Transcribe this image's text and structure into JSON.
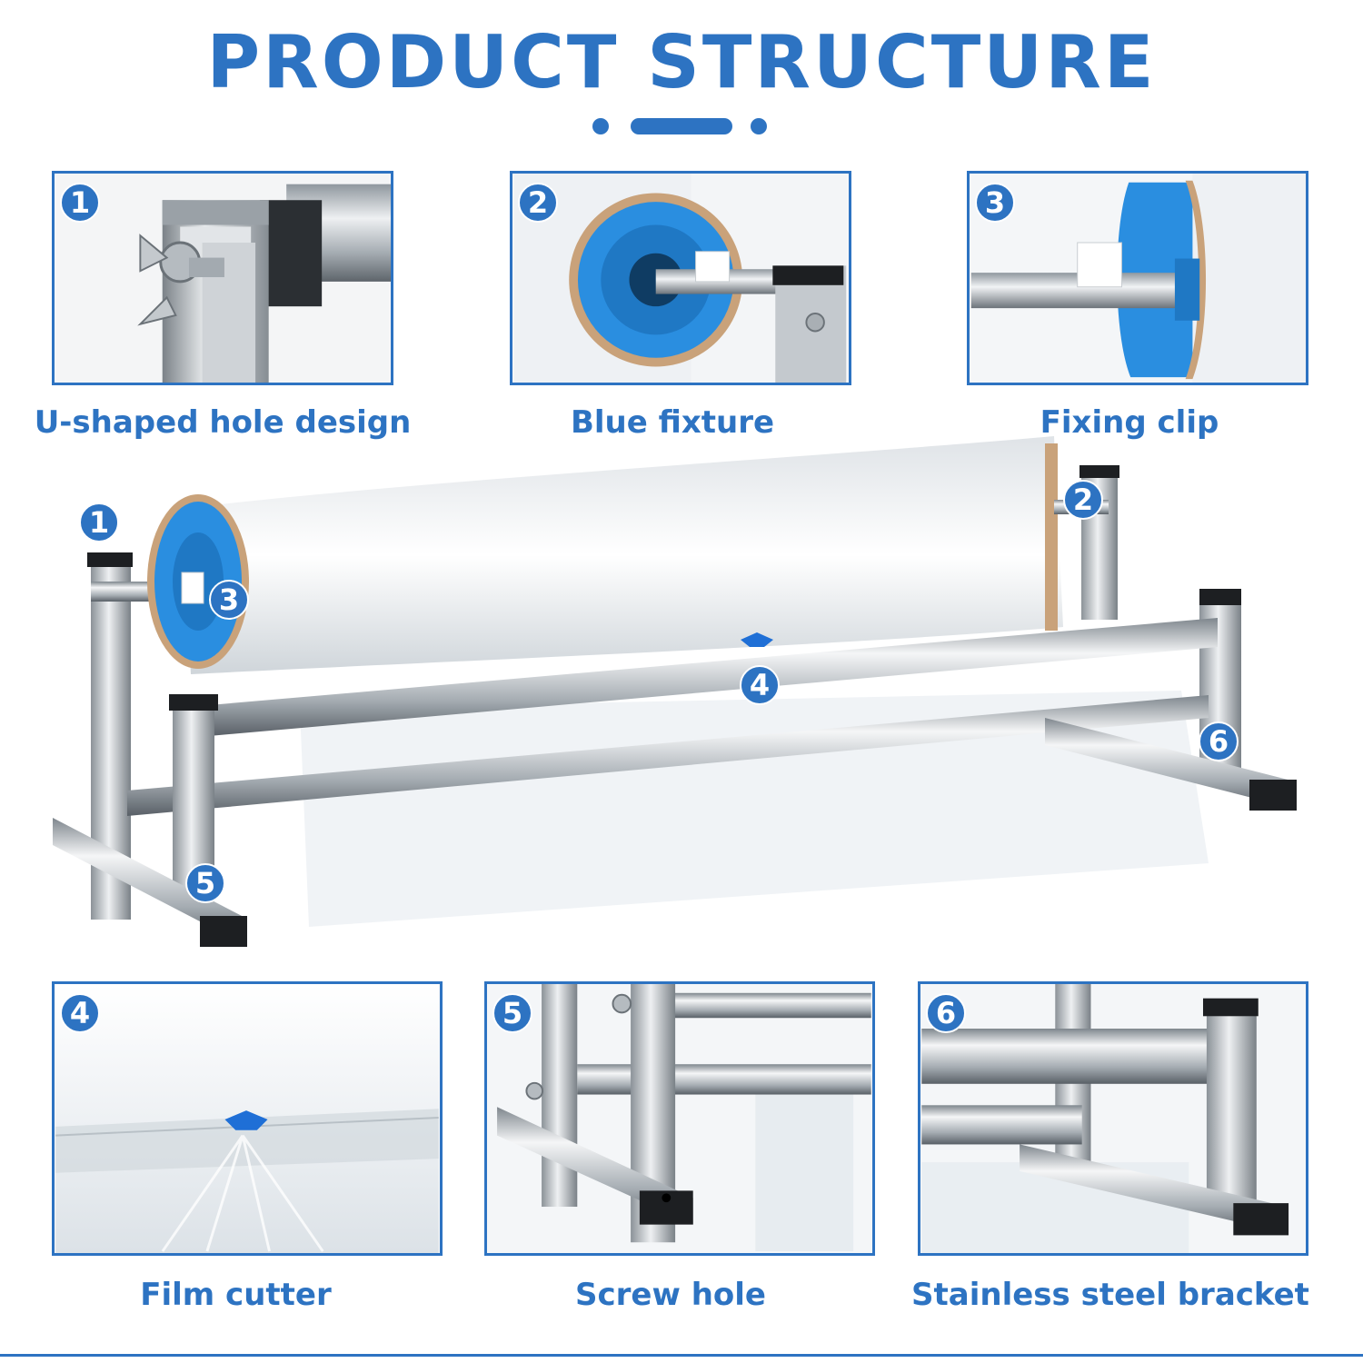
{
  "title": "PRODUCT STRUCTURE",
  "colors": {
    "accent": "#2d73c2",
    "fixture": "#2a8ee0",
    "steel": "#c9ced3",
    "cap": "#222222"
  },
  "features": [
    {
      "number": "1",
      "label": "U-shaped hole design"
    },
    {
      "number": "2",
      "label": "Blue fixture"
    },
    {
      "number": "3",
      "label": "Fixing clip"
    },
    {
      "number": "4",
      "label": "Film cutter"
    },
    {
      "number": "5",
      "label": "Screw hole"
    },
    {
      "number": "6",
      "label": "Stainless steel bracket"
    }
  ],
  "hero_callouts": [
    "1",
    "2",
    "3",
    "4",
    "5",
    "6"
  ]
}
